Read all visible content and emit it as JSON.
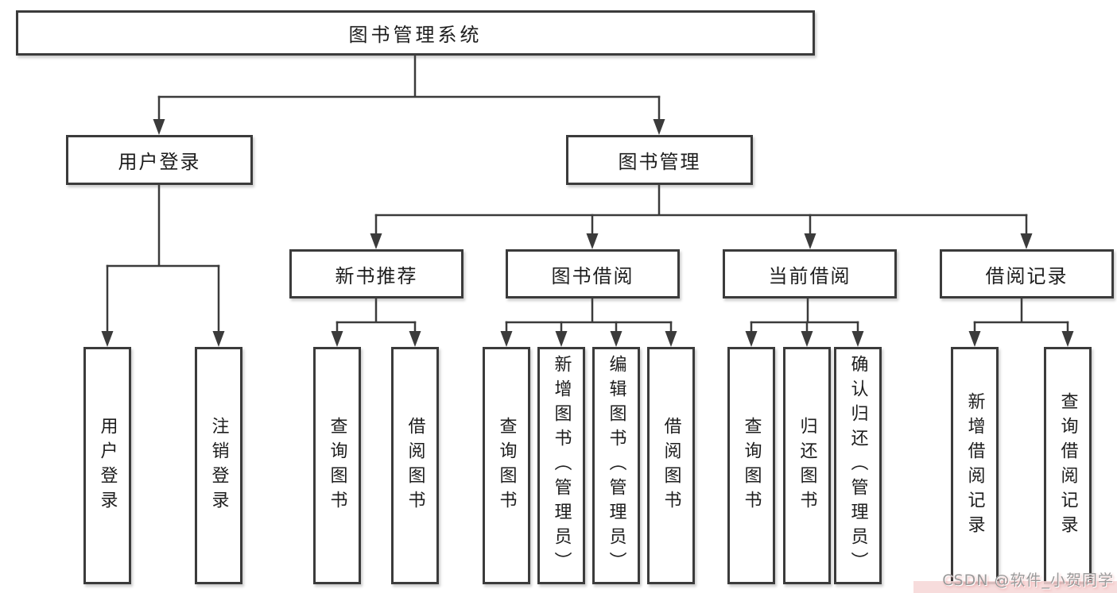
{
  "colors": {
    "background": "#ffffff",
    "line": "#3b3b3b",
    "box_border": "#3b3b3b",
    "box_fill": "#ffffff",
    "text": "#1d1d1d",
    "watermark_text": "#9a9a9a",
    "watermark_tint": "#f6d6d6"
  },
  "nodes": {
    "root": "图书管理系统",
    "level1": [
      {
        "label": "用户登录"
      },
      {
        "label": "图书管理"
      }
    ],
    "level2": [
      {
        "label": "新书推荐"
      },
      {
        "label": "图书借阅"
      },
      {
        "label": "当前借阅"
      },
      {
        "label": "借阅记录"
      }
    ],
    "leaves": {
      "user_login": [
        {
          "label": "用户登录"
        },
        {
          "label": "注销登录"
        }
      ],
      "new_book": [
        {
          "label": "查询图书"
        },
        {
          "label": "借阅图书"
        }
      ],
      "book_borrow": [
        {
          "label": "查询图书"
        },
        {
          "label": "新增图书（管理员）"
        },
        {
          "label": "编辑图书（管理员）"
        },
        {
          "label": "借阅图书"
        }
      ],
      "current_borrow": [
        {
          "label": "查询图书"
        },
        {
          "label": "归还图书"
        },
        {
          "label": "确认归还（管理员）"
        }
      ],
      "borrow_records": [
        {
          "label": "新增借阅记录"
        },
        {
          "label": "查询借阅记录"
        }
      ]
    }
  },
  "watermark": {
    "text": "CSDN @软件_小贺同学"
  }
}
